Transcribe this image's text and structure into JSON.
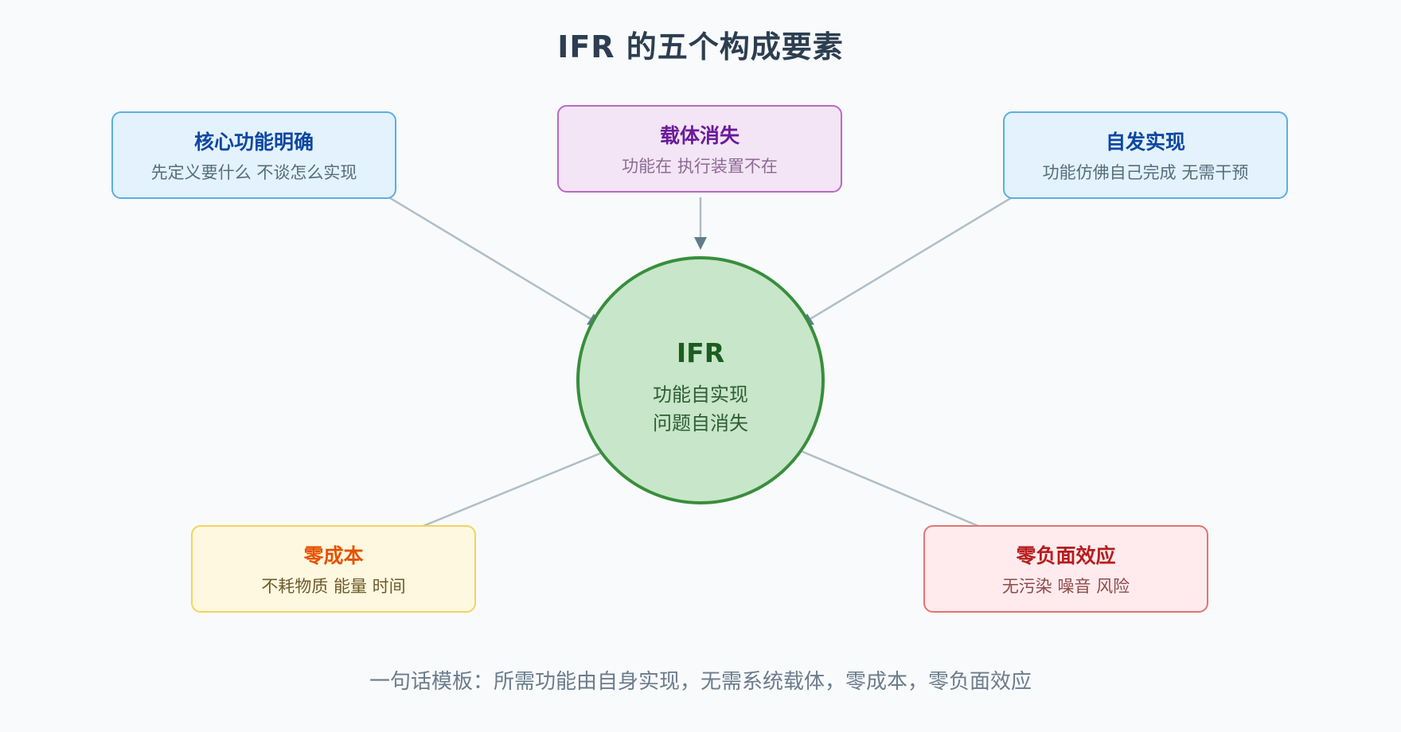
{
  "title": "IFR 的五个构成要素",
  "center": {
    "title": "IFR",
    "lines": [
      "功能自实现",
      "问题自消失"
    ]
  },
  "elements": [
    {
      "title": "核心功能明确",
      "desc": "先定义要什么 不谈怎么实现",
      "color": "#5dade2"
    },
    {
      "title": "载体消失",
      "desc": "功能在 执行装置不在",
      "color": "#ba68c8"
    },
    {
      "title": "自发实现",
      "desc": "功能仿佛自己完成 无需干预",
      "color": "#5dade2"
    },
    {
      "title": "零成本",
      "desc": "不耗物质 能量 时间",
      "color": "#f4d35e"
    },
    {
      "title": "零负面效应",
      "desc": "无污染 噪音 风险",
      "color": "#e57373"
    }
  ],
  "footer": "一句话模板：所需功能由自身实现，无需系统载体，零成本，零负面效应",
  "colors": {
    "connector": "#b0bec5",
    "arrowhead": "#607d8b",
    "center_fill": "#c8e6c9",
    "center_border": "#388e3c"
  }
}
